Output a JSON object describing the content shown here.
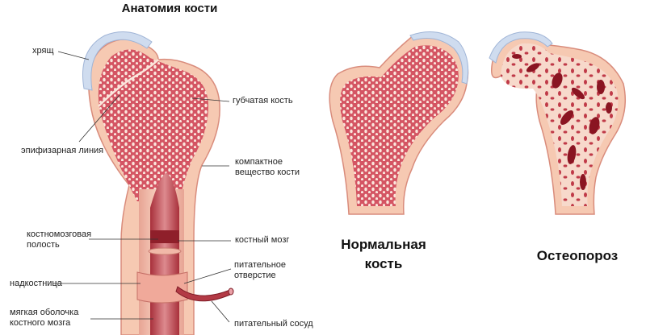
{
  "title": "Анатомия кости",
  "labels": {
    "cartilage": "хрящ",
    "epiphyseal_line": "эпифизарная линия",
    "spongy_bone": "губчатая кость",
    "compact_bone": "компактное\nвещество кости",
    "medullary_cavity": "костномозговая\nполость",
    "bone_marrow": "костный мозг",
    "periosteum": "надкостница",
    "nutrient_foramen": "питательное\nотверстие",
    "endosteum": "мягкая оболочка\nкостного мозга",
    "nutrient_vessel": "питательный сосуд"
  },
  "captions": {
    "normal": "Нормальная\nкость",
    "osteoporosis": "Остеопороз"
  },
  "colors": {
    "bone_outer": "#f6c9b2",
    "bone_edge": "#d98c7c",
    "spongy": "#d55463",
    "pore": "#fbe6dc",
    "cartilage": "#cfdcef",
    "marrow": "#b3353f",
    "osteo_lesion": "#8a1522"
  }
}
